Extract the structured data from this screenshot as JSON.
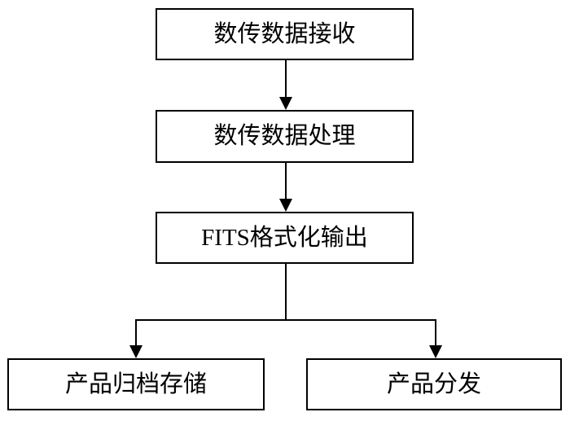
{
  "diagram": {
    "type": "flowchart",
    "background_color": "#ffffff",
    "stroke_color": "#000000",
    "text_color": "#000000",
    "nodes": {
      "receive": {
        "label": "数传数据接收"
      },
      "process": {
        "label": "数传数据处理"
      },
      "fits": {
        "label": "FITS格式化输出"
      },
      "archive": {
        "label": "产品归档存储"
      },
      "distribute": {
        "label": "产品分发"
      }
    },
    "edges": [
      {
        "from": "receive",
        "to": "process",
        "style": "arrow-down"
      },
      {
        "from": "process",
        "to": "fits",
        "style": "arrow-down"
      },
      {
        "from": "fits",
        "to": "archive",
        "style": "arrow-branch"
      },
      {
        "from": "fits",
        "to": "distribute",
        "style": "arrow-branch"
      }
    ]
  }
}
